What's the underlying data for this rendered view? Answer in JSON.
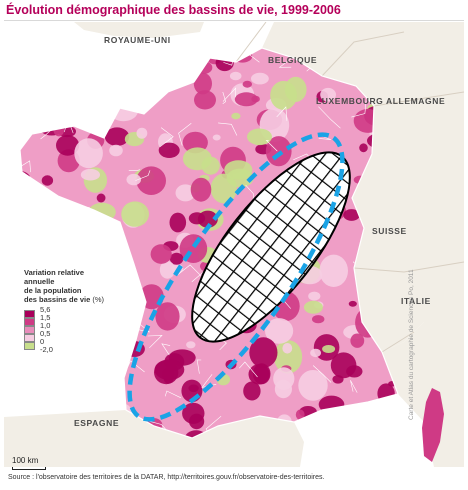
{
  "title": "Évolution démographique des bassins de vie, 1999-2006",
  "countries": {
    "uk": "ROYAUME-UNI",
    "belgium": "BELGIQUE",
    "germany": "ALLEMAGNE",
    "luxembourg": "LUXEMBOURG",
    "switzerland": "SUISSE",
    "italy": "ITALIE",
    "spain": "ESPAGNE"
  },
  "legend": {
    "title": "Variation relative\nannuelle\nde la population\ndes bassins de vie",
    "unit": "(%)",
    "items": [
      {
        "label": "5,6",
        "color": "#a8005a"
      },
      {
        "label": "1,5",
        "color": "#cf3a85"
      },
      {
        "label": "1,0",
        "color": "#e98cbb"
      },
      {
        "label": "0,5",
        "color": "#f6cde2"
      },
      {
        "label": "0",
        "color": "#c8df8c"
      },
      {
        "label": "-2,0",
        "color": ""
      }
    ]
  },
  "scale": {
    "label": "100 km"
  },
  "source": "Source :  l'observatoire des territoires de la DATAR, http://territoires.gouv.fr/observatoire-des-territoires.",
  "credit": "Carte et Atlas du cartographie de Sciences Po, 2011",
  "colors": {
    "title": "#b5005a",
    "sea": "#ffffff",
    "neighbor_land": "#f2eee6",
    "border": "#ffffff",
    "overlay_outline": "#1aa3e6",
    "overlay_fill": "#ffffff",
    "overlay_grid": "#000000",
    "france_base": "#ef9ec6",
    "dark": "#a8005a",
    "mid": "#cf3a85",
    "light": "#f6cde2",
    "green": "#c8df8c"
  },
  "icons": {
    "map": "choropleth-map",
    "overlay": "dashed-ellipse-grid"
  }
}
